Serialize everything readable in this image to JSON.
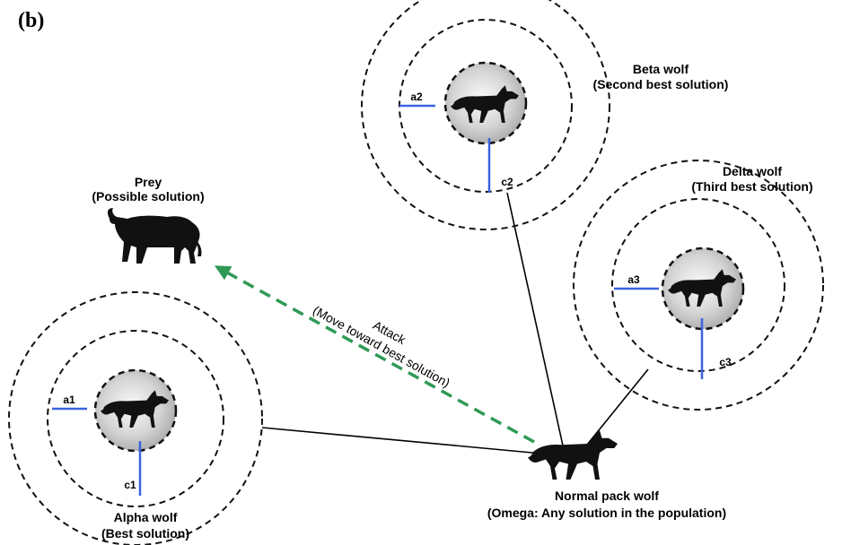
{
  "panel_label": "(b)",
  "prey": {
    "title": "Prey",
    "subtitle": "(Possible solution)"
  },
  "alpha": {
    "title": "Alpha wolf",
    "subtitle": "(Best solution)",
    "a": "a1",
    "c": "c1"
  },
  "beta": {
    "title": "Beta wolf",
    "subtitle": "(Second best solution)",
    "a": "a2",
    "c": "c2"
  },
  "delta": {
    "title": "Delta wolf",
    "subtitle": "(Third best solution)",
    "a": "a3",
    "c": "c3"
  },
  "omega": {
    "title": "Normal pack wolf",
    "subtitle": "(Omega: Any solution in the population)"
  },
  "attack": {
    "line1": "Attack",
    "line2": "(Move toward best solution)"
  },
  "colors": {
    "radius": "#3a64e0",
    "attack": "#2f9a55",
    "line": "#000000"
  },
  "icons": [
    "wolf-icon",
    "bull-icon"
  ]
}
